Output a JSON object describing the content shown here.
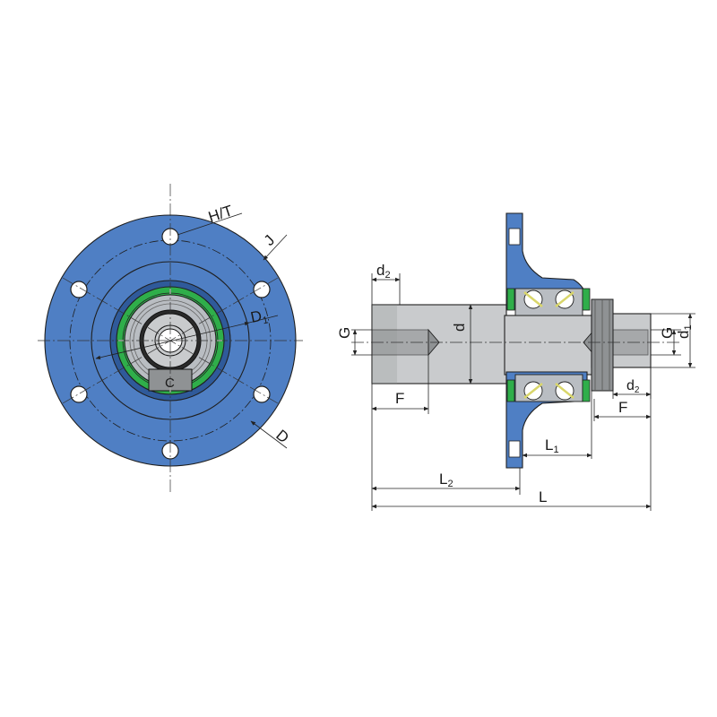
{
  "colors": {
    "housing": "#4f7fc4",
    "housing_dark": "#2f5a9a",
    "seal": "#2fae4a",
    "shaft": "#c9cbcd",
    "shaft_dark": "#8f9294",
    "cage": "#d9d66a",
    "bearing_ring": "#b9bdc2",
    "ball": "#ffffff",
    "line": "#1f1f1f"
  },
  "front_view": {
    "labels": {
      "ht": "H/T",
      "j": "J",
      "d1": "D",
      "d1_sub": "1",
      "d": "D",
      "c": "C"
    }
  },
  "side_view": {
    "labels": {
      "d2_left": "d",
      "d2_left_sub": "2",
      "g_left": "G",
      "d_shaft": "d",
      "f_left": "F",
      "l2": "L",
      "l2_sub": "2",
      "l": "L",
      "l1": "L",
      "l1_sub": "1",
      "g_right": "G",
      "d1_right": "d",
      "d1_right_sub": "1",
      "d2_right": "d",
      "d2_right_sub": "2",
      "f_right": "F"
    }
  }
}
